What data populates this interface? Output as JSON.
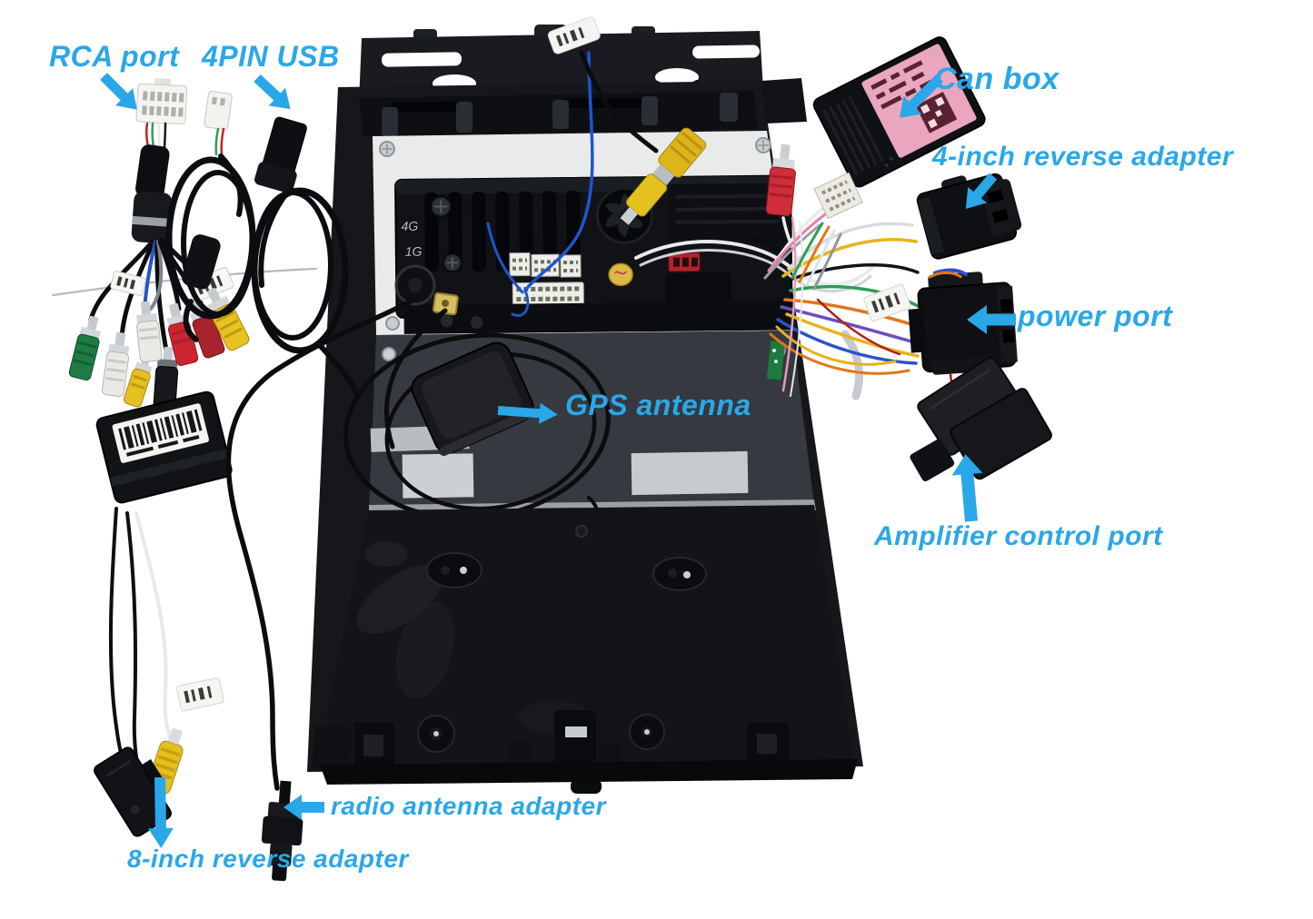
{
  "figure": {
    "subject": "Car stereo head unit rear view with wiring harness kit",
    "background_color": "#ffffff",
    "accent_color": "#2aa7e8"
  },
  "callouts": {
    "rca_port": "RCA port",
    "usb_4pin": "4PIN USB",
    "can_box": "Can box",
    "reverse_adapter_4inch": "4-inch reverse adapter",
    "power_port": "power port",
    "gps_antenna": "GPS antenna",
    "amplifier_control_port": "Amplifier control port",
    "radio_antenna_adapter": "radio antenna adapter",
    "reverse_adapter_8inch": "8-inch reverse adapter"
  },
  "head_unit": {
    "markings": {
      "port_4g": "4G",
      "port_1g": "1G"
    }
  },
  "palette": {
    "rca_yellow": "#e4bf1d",
    "rca_red": "#cf2e38",
    "rca_green": "#1e7b44",
    "rca_white": "#e9eae6",
    "canbox_label_pink": "#eba6bf",
    "panel_black": "#15171b",
    "backplate_gray": "#e9ebea"
  }
}
